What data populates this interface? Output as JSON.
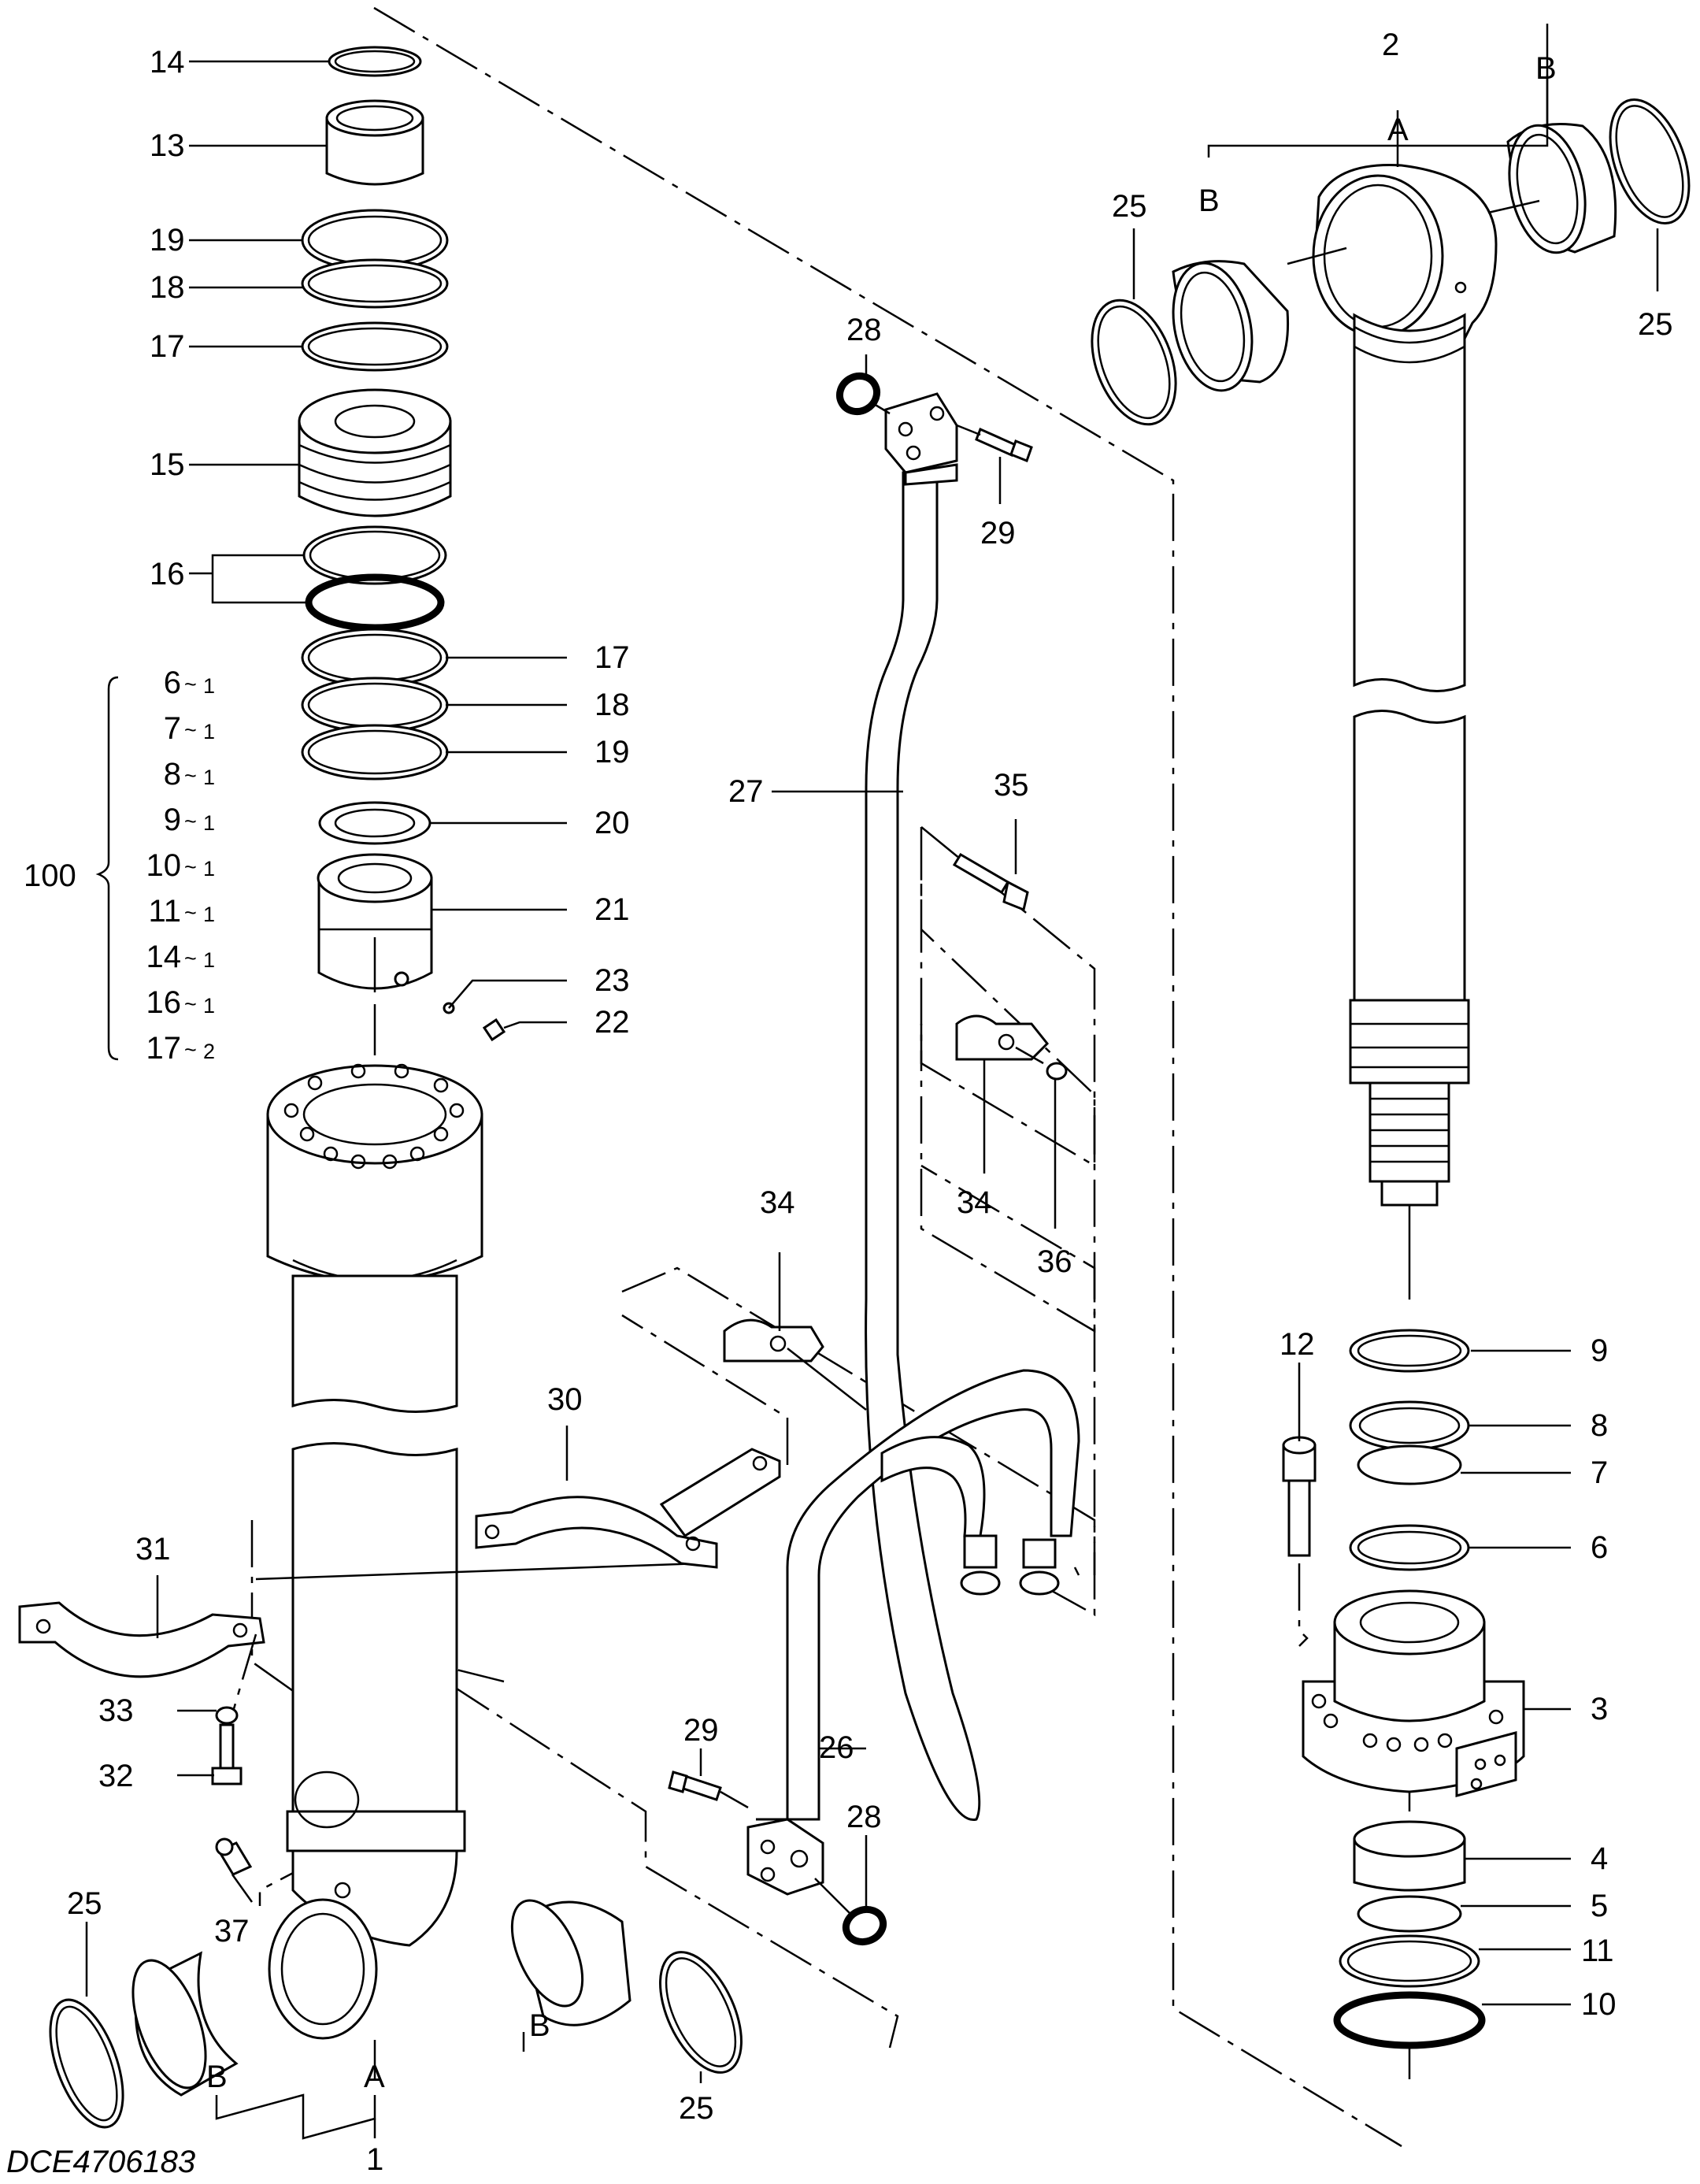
{
  "drawing_code": "DCE4706183",
  "callouts": {
    "p1": "1",
    "p2": "2",
    "p3": "3",
    "p4": "4",
    "p5": "5",
    "p6": "6",
    "p7": "7",
    "p8": "8",
    "p9": "9",
    "p10": "10",
    "p11": "11",
    "p12": "12",
    "p13": "13",
    "p14": "14",
    "p15": "15",
    "p16": "16",
    "p17": "17",
    "p18": "18",
    "p19": "19",
    "p20": "20",
    "p21": "21",
    "p22": "22",
    "p23": "23",
    "p25": "25",
    "p26": "26",
    "p27": "27",
    "p28": "28",
    "p29": "29",
    "p30": "30",
    "p31": "31",
    "p32": "32",
    "p33": "33",
    "p34": "34",
    "p35": "35",
    "p36": "36",
    "p37": "37",
    "p100": "100",
    "A": "A",
    "B": "B"
  },
  "kit_100": [
    {
      "part": "6",
      "qty": "1"
    },
    {
      "part": "7",
      "qty": "1"
    },
    {
      "part": "8",
      "qty": "1"
    },
    {
      "part": "9",
      "qty": "1"
    },
    {
      "part": "10",
      "qty": "1"
    },
    {
      "part": "11",
      "qty": "1"
    },
    {
      "part": "14",
      "qty": "1"
    },
    {
      "part": "16",
      "qty": "1"
    },
    {
      "part": "17",
      "qty": "2"
    }
  ],
  "tilde": "~"
}
